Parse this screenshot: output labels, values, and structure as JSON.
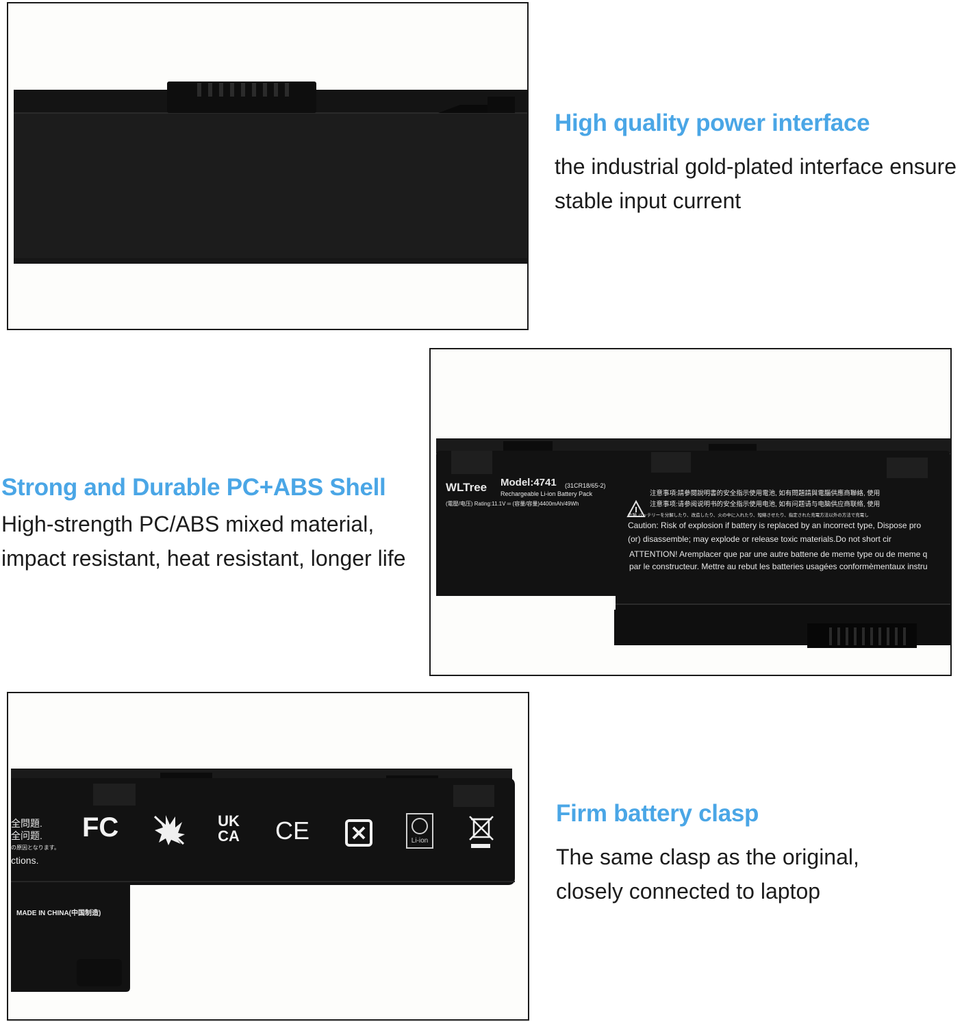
{
  "features": [
    {
      "title": "High quality power interface",
      "lines": [
        "the industrial gold-plated interface ensure",
        "stable input current"
      ]
    },
    {
      "title": "Strong and Durable PC+ABS Shell",
      "lines": [
        "High-strength PC/ABS mixed material,",
        "impact resistant, heat resistant, longer life"
      ]
    },
    {
      "title": "Firm battery clasp",
      "lines": [
        "The same clasp as the original,",
        "closely connected to laptop"
      ]
    }
  ],
  "battery_label": {
    "brand": "WLTree",
    "model": "Model:4741",
    "model_code": "(31CR18/65-2)",
    "type": "Rechargeable Li-ion Battery Pack",
    "rating": "(電壓/电压) Rating:11.1V ═ (容量/容量)4400mAh/49Wh",
    "warn_cn1": "注意事項:請參閱說明書的安全指示使用電池, 如有問題請與電腦供應商聯絡, 使用",
    "warn_cn2": "注意事项:请参阅说明书的安全指示使用电池, 如有问题请与电脑供应商联络, 使用",
    "warn_jp": "危険 バッテリーを分解したり、改造したり、火の中に入れたり、短絡させたり、指定された充電方法以外の方法で充電し",
    "caution1": "Caution: Risk of explosion if battery is replaced by an incorrect type, Dispose pro",
    "caution2": "(or) disassemble; may explode or release toxic materials.Do not short cir",
    "attention1": "ATTENTION! Aremplacer que par une autre battene de meme type ou de meme q",
    "attention2": "par le constructeur. Mettre au rebut les batteries usagées conformèmentaux instru"
  },
  "back_label": {
    "cut_text1": "全問題.",
    "cut_text2": "全问题.",
    "cut_text3": "の原因となります。",
    "cut_text4": "ctions.",
    "made_in": "MADE IN CHINA(中国制造)",
    "cert_fc": "FC",
    "cert_ukca_top": "UK",
    "cert_ukca_bottom": "CA",
    "cert_ce": "CE",
    "cert_liion": "Li-ion"
  }
}
